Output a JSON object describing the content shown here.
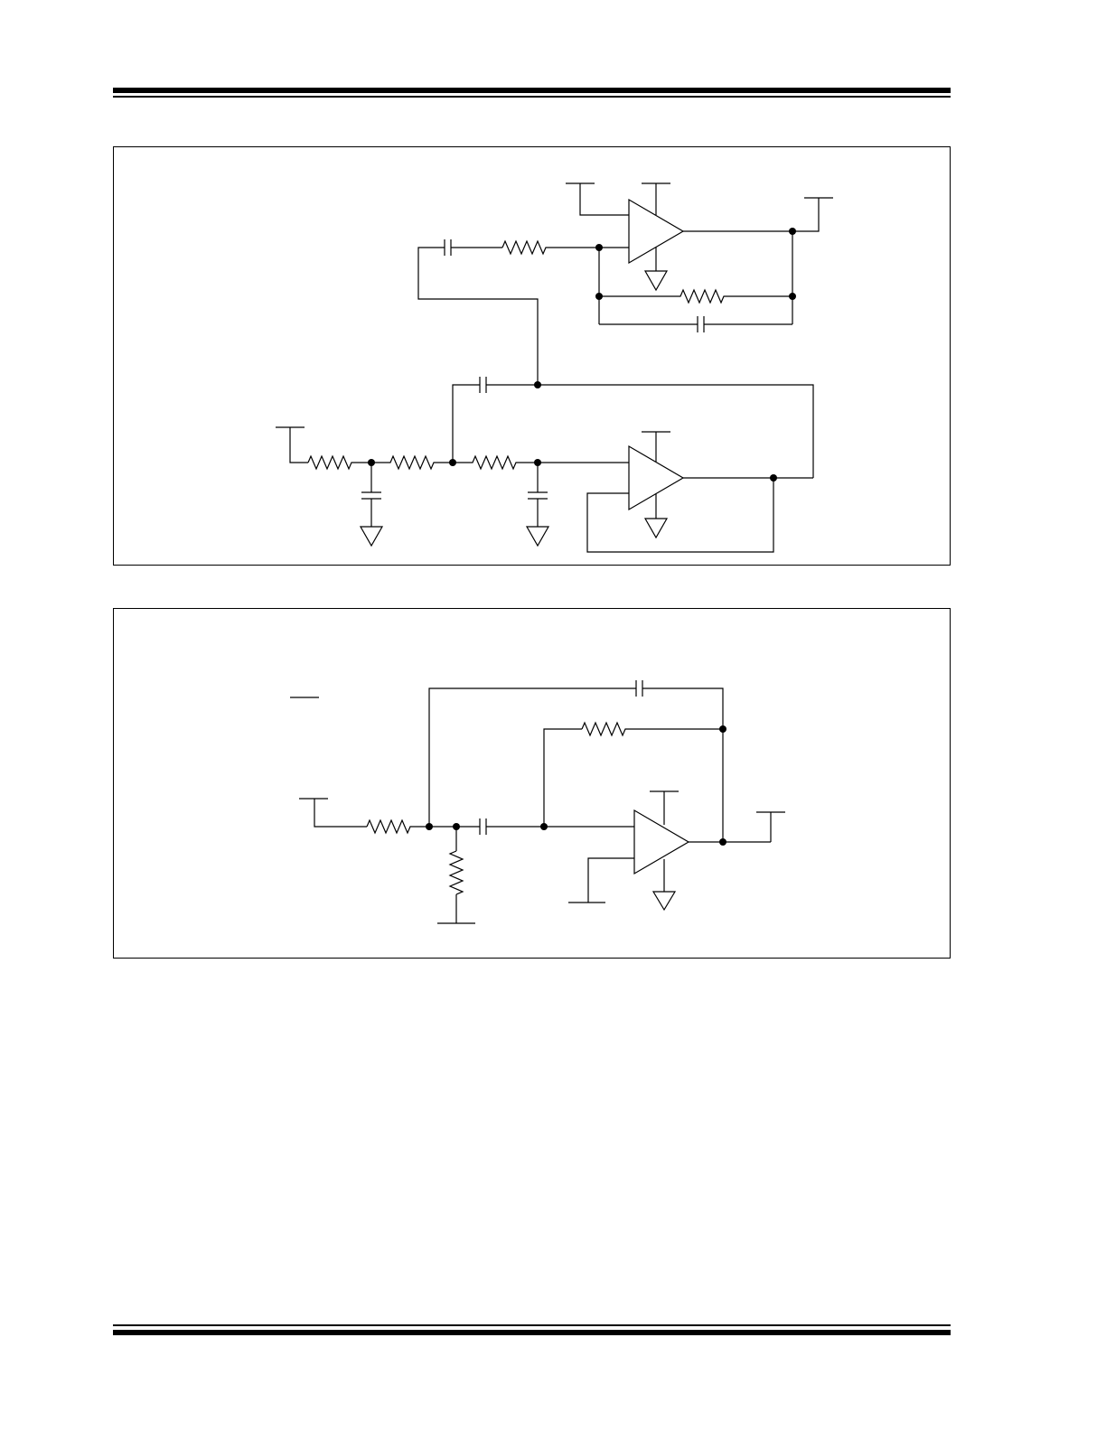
{
  "page": {
    "header_rule": "double",
    "footer_rule": "double"
  },
  "figures": [
    {
      "id": "figure-1",
      "description_visible": false,
      "components": {
        "op_amps": 2,
        "resistors": 5,
        "capacitors": 5,
        "ground_symbols": 4,
        "junction_dots": 10
      }
    },
    {
      "id": "figure-2",
      "description_visible": false,
      "components": {
        "op_amps": 1,
        "resistors": 3,
        "capacitors": 2,
        "ground_symbols": 1,
        "junction_dots": 5
      }
    }
  ],
  "colors": {
    "line": "#000000",
    "background": "#ffffff"
  }
}
